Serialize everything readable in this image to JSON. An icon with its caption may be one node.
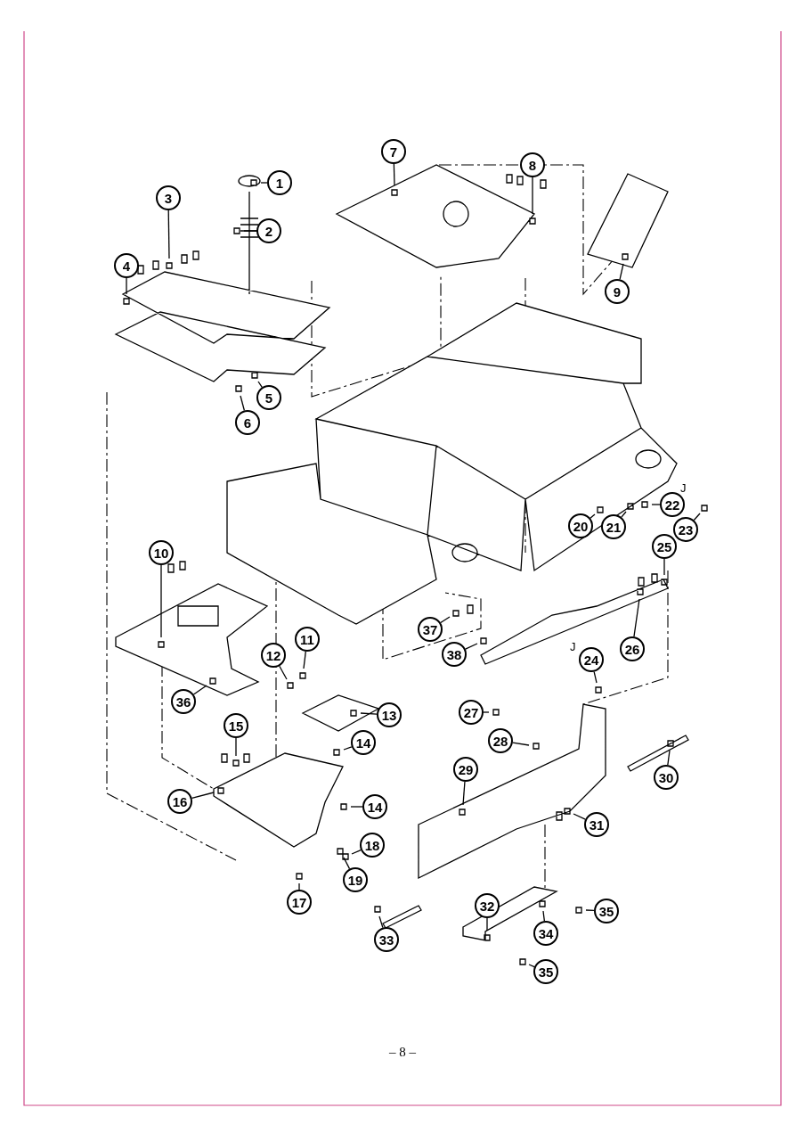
{
  "diagram": {
    "nodes": [
      {
        "text": [
          "1"
        ]
      },
      {
        "text": [
          "2"
        ]
      },
      {
        "text": [
          "3"
        ]
      },
      {
        "text": [
          "4"
        ]
      },
      {
        "text": [
          "5"
        ]
      },
      {
        "text": [
          "6"
        ]
      },
      {
        "text": [
          "7"
        ]
      },
      {
        "text": [
          "8"
        ]
      },
      {
        "text": [
          "9"
        ]
      },
      {
        "text": [
          "10"
        ]
      },
      {
        "text": [
          "11"
        ]
      },
      {
        "text": [
          "12"
        ]
      },
      {
        "text": [
          "13"
        ]
      },
      {
        "text": [
          "14"
        ]
      },
      {
        "text": [
          "14"
        ]
      },
      {
        "text": [
          "15"
        ]
      },
      {
        "text": [
          "16"
        ]
      },
      {
        "text": [
          "17"
        ]
      },
      {
        "text": [
          "18"
        ]
      },
      {
        "text": [
          "19"
        ]
      },
      {
        "text": [
          "20"
        ]
      },
      {
        "text": [
          "21"
        ]
      },
      {
        "text": [
          "22"
        ]
      },
      {
        "text": [
          "23"
        ]
      },
      {
        "text": [
          "24"
        ]
      },
      {
        "text": [
          "25"
        ]
      },
      {
        "text": [
          "26"
        ]
      },
      {
        "text": [
          "27"
        ]
      },
      {
        "text": [
          "28"
        ]
      },
      {
        "text": [
          "29"
        ]
      },
      {
        "text": [
          "30"
        ]
      },
      {
        "text": [
          "31"
        ]
      },
      {
        "text": [
          "32"
        ]
      },
      {
        "text": [
          "33"
        ]
      },
      {
        "text": [
          "34"
        ]
      },
      {
        "text": [
          "35"
        ]
      },
      {
        "text": [
          "35"
        ]
      },
      {
        "text": [
          "36"
        ]
      },
      {
        "text": [
          "37"
        ]
      },
      {
        "text": [
          "38"
        ]
      }
    ],
    "edges": [
      {
        "from": 0,
        "to": null,
        "arrow": "none"
      },
      {
        "from": 1,
        "to": null,
        "arrow": "none"
      },
      {
        "from": 2,
        "to": null,
        "arrow": "none"
      },
      {
        "from": 3,
        "to": null,
        "arrow": "none"
      },
      {
        "from": 4,
        "to": null,
        "arrow": "none"
      },
      {
        "from": 5,
        "to": null,
        "arrow": "none"
      },
      {
        "from": 6,
        "to": null,
        "arrow": "none"
      },
      {
        "from": 7,
        "to": null,
        "arrow": "none"
      },
      {
        "from": 8,
        "to": null,
        "arrow": "none"
      },
      {
        "from": 9,
        "to": null,
        "arrow": "none"
      },
      {
        "from": 10,
        "to": null,
        "arrow": "none"
      },
      {
        "from": 11,
        "to": null,
        "arrow": "none"
      },
      {
        "from": 12,
        "to": null,
        "arrow": "none"
      },
      {
        "from": 13,
        "to": null,
        "arrow": "none"
      },
      {
        "from": 14,
        "to": null,
        "arrow": "none"
      },
      {
        "from": 15,
        "to": null,
        "arrow": "none"
      },
      {
        "from": 16,
        "to": null,
        "arrow": "none"
      },
      {
        "from": 17,
        "to": null,
        "arrow": "none"
      },
      {
        "from": 18,
        "to": null,
        "arrow": "none"
      },
      {
        "from": 19,
        "to": null,
        "arrow": "none"
      },
      {
        "from": 20,
        "to": null,
        "arrow": "none"
      },
      {
        "from": 21,
        "to": null,
        "arrow": "none"
      },
      {
        "from": 22,
        "to": null,
        "arrow": "none"
      },
      {
        "from": 23,
        "to": null,
        "arrow": "none"
      },
      {
        "from": 24,
        "to": null,
        "arrow": "none"
      },
      {
        "from": 25,
        "to": null,
        "arrow": "none"
      },
      {
        "from": 26,
        "to": null,
        "arrow": "none"
      },
      {
        "from": 27,
        "to": null,
        "arrow": "none"
      },
      {
        "from": 28,
        "to": null,
        "arrow": "none"
      },
      {
        "from": 29,
        "to": null,
        "arrow": "none"
      },
      {
        "from": 30,
        "to": null,
        "arrow": "none"
      },
      {
        "from": 31,
        "to": null,
        "arrow": "none"
      },
      {
        "from": 32,
        "to": null,
        "arrow": "none"
      },
      {
        "from": 33,
        "to": null,
        "arrow": "none"
      },
      {
        "from": 34,
        "to": null,
        "arrow": "none"
      },
      {
        "from": 35,
        "to": null,
        "arrow": "none"
      },
      {
        "from": 36,
        "to": null,
        "arrow": "none"
      },
      {
        "from": 37,
        "to": null,
        "arrow": "none"
      },
      {
        "from": 38,
        "to": null,
        "arrow": "none"
      },
      {
        "from": 39,
        "to": null,
        "arrow": "none"
      }
    ],
    "labels": [
      "J",
      "J",
      "– 8 –"
    ]
  }
}
